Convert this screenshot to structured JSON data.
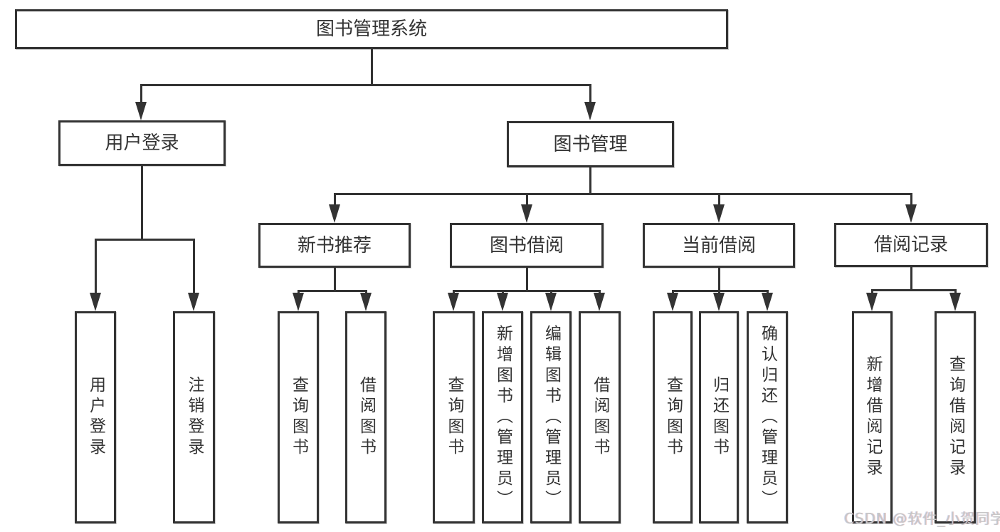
{
  "diagram_type": "hierarchy-function-diagram",
  "tree": {
    "id": "root",
    "label": "图书管理系统",
    "children": [
      {
        "id": "user-login",
        "label": "用户登录",
        "children": [
          {
            "id": "user-login-leaf",
            "label": "用户登录"
          },
          {
            "id": "logout-leaf",
            "label": "注销登录"
          }
        ]
      },
      {
        "id": "book-management",
        "label": "图书管理",
        "children": [
          {
            "id": "new-book-recommend",
            "label": "新书推荐",
            "children": [
              {
                "id": "query-books-1",
                "label": "查询图书"
              },
              {
                "id": "borrow-books-1",
                "label": "借阅图书"
              }
            ]
          },
          {
            "id": "book-borrowing",
            "label": "图书借阅",
            "children": [
              {
                "id": "query-books-2",
                "label": "查询图书"
              },
              {
                "id": "add-books",
                "label": "新增图书（管理员）"
              },
              {
                "id": "edit-books",
                "label": "编辑图书（管理员）"
              },
              {
                "id": "borrow-books-2",
                "label": "借阅图书"
              }
            ]
          },
          {
            "id": "current-borrowing",
            "label": "当前借阅",
            "children": [
              {
                "id": "query-books-3",
                "label": "查询图书"
              },
              {
                "id": "return-books",
                "label": "归还图书"
              },
              {
                "id": "confirm-return",
                "label": "确认归还（管理员）"
              }
            ]
          },
          {
            "id": "borrowing-records",
            "label": "借阅记录",
            "children": [
              {
                "id": "add-borrow-record",
                "label": "新增借阅记录"
              },
              {
                "id": "query-borrow-record",
                "label": "查询借阅记录"
              }
            ]
          }
        ]
      }
    ]
  },
  "watermark": {
    "text": "CSDN @软件_小贺同学"
  },
  "colors": {
    "line": "#333333",
    "text": "#333333",
    "background": "#ffffff",
    "watermark_text": "#c6c6c6"
  }
}
